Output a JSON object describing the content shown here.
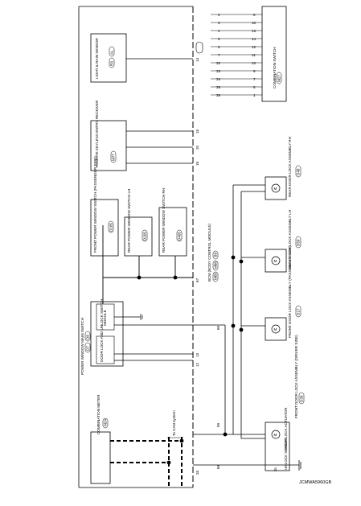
{
  "figure_id": "JCMWA5960GB",
  "bcm": {
    "name": "BCM (BODY CONTROL MODULE)",
    "connectors": [
      "M65",
      "M66",
      "B9"
    ],
    "pins_left": [
      "33",
      "69",
      "59",
      "69",
      "12",
      "13",
      "67",
      "19",
      "20",
      "18"
    ],
    "pin_right": "14"
  },
  "components": {
    "combination_meter": {
      "name": "COMBINATION METER",
      "connector": "M24"
    },
    "can_note": "To CAN system",
    "power_window_main": {
      "name": "POWER WINDOW MAIN SWITCH",
      "connectors": [
        "D7",
        "D8"
      ],
      "door_lock_switch": "DOOR LOCK AND UNLOCK SWITCH",
      "module": "MODULE"
    },
    "front_pw_passenger": {
      "name": "FRONT POWER WINDOW SWITCH (PASSENGER SIDE)",
      "connector": "D105"
    },
    "rear_pw_lh": {
      "name": "REAR POWER WINDOW SWITCH LH",
      "connector": "D205"
    },
    "rear_pw_rh": {
      "name": "REAR POWER WINDOW SWITCH RH",
      "connector": "D405"
    },
    "remote_keyless": {
      "name": "REMOTE KEYLESS ENTRY RECEIVER",
      "connector": "M77"
    },
    "light_rain": {
      "name": "LIGHT & RAIN SENSOR",
      "connectors": [
        "R3",
        "AL"
      ]
    },
    "combination_switch": {
      "name": "COMBINATION SWITCH",
      "connector": "M27",
      "pins_a": [
        "2",
        "3",
        "4",
        "5",
        "6",
        "7",
        "32",
        "33",
        "34",
        "35",
        "36"
      ],
      "pins_b": [
        "8",
        "10",
        "13",
        "14",
        "12",
        "11",
        "10",
        "9",
        "7",
        "6",
        "1"
      ]
    },
    "front_door_lock_driver": {
      "name": "FRONT DOOR LOCK ASSEMBLY (DRIVER SIDE)",
      "connector": "D39",
      "actuator": "DOOR LOCK ACTUATOR",
      "sensor": "UNLOCK SENSOR",
      "pin": "DL"
    },
    "front_door_lock_passenger": {
      "name": "FRONT DOOR LOCK ASSEMBLY (PASSENGER SIDE)",
      "connector": "D17"
    },
    "rear_door_lock_lh": {
      "name": "REAR DOOR LOCK ASSEMBLY LH",
      "connector": "D59"
    },
    "rear_door_lock_rh": {
      "name": "REAR DOOR LOCK ASSEMBLY RH",
      "connector": "D48"
    }
  }
}
